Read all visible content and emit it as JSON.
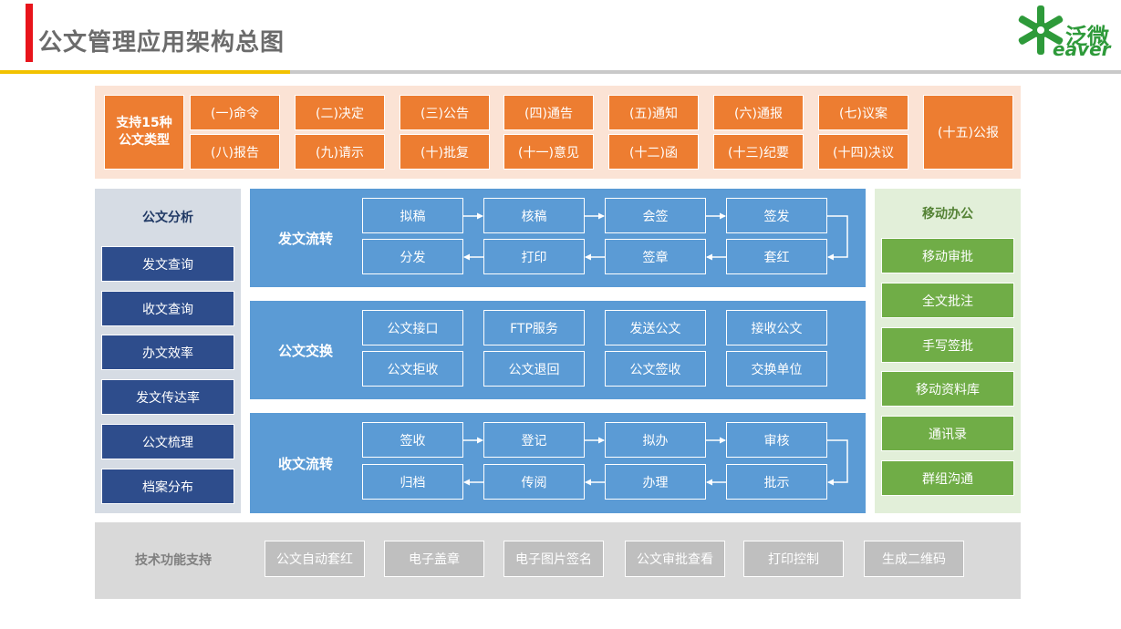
{
  "header": {
    "title": "公文管理应用架构总图"
  },
  "logo": {
    "cn": "泛微",
    "en": "eaver"
  },
  "doc_types": {
    "label": "支持15种公文类型",
    "items": [
      "(一)命令",
      "(二)决定",
      "(三)公告",
      "(四)通告",
      "(五)通知",
      "(六)通报",
      "(七)议案",
      "(八)报告",
      "(九)请示",
      "(十)批复",
      "(十一)意见",
      "(十二)函",
      "(十三)纪要",
      "(十四)决议",
      "(十五)公报"
    ]
  },
  "analysis": {
    "title": "公文分析",
    "items": [
      "发文查询",
      "收文查询",
      "办文效率",
      "发文传达率",
      "公文梳理",
      "档案分布"
    ]
  },
  "send_flow": {
    "title": "发文流转",
    "row1": [
      "拟稿",
      "核稿",
      "会签",
      "签发"
    ],
    "row2": [
      "分发",
      "打印",
      "签章",
      "套红"
    ]
  },
  "exchange": {
    "title": "公文交换",
    "row1": [
      "公文接口",
      "FTP服务",
      "发送公文",
      "接收公文"
    ],
    "row2": [
      "公文拒收",
      "公文退回",
      "公文签收",
      "交换单位"
    ]
  },
  "receive_flow": {
    "title": "收文流转",
    "row1": [
      "签收",
      "登记",
      "拟办",
      "审核"
    ],
    "row2": [
      "归档",
      "传阅",
      "办理",
      "批示"
    ]
  },
  "mobile": {
    "title": "移动办公",
    "items": [
      "移动审批",
      "全文批注",
      "手写签批",
      "移动资料库",
      "通讯录",
      "群组沟通"
    ]
  },
  "tech": {
    "title": "技术功能支持",
    "items": [
      "公文自动套红",
      "电子盖章",
      "电子图片签名",
      "公文审批查看",
      "打印控制",
      "生成二维码"
    ]
  },
  "colors": {
    "accent_red": "#e8141b",
    "orange": "#ed7d31",
    "blue": "#5b9bd5",
    "navy": "#2e4d8c",
    "green": "#70ad47",
    "gray": "#bfbfbf",
    "logo_green": "#2e9a3a"
  }
}
